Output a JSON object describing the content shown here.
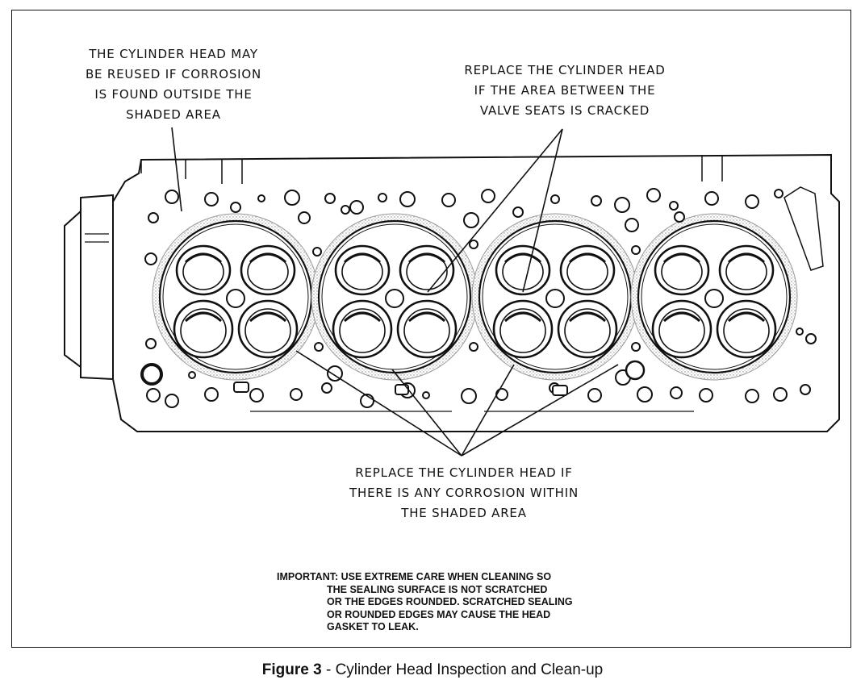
{
  "callouts": {
    "reuse_lines": [
      "THE CYLINDER HEAD MAY",
      "BE REUSED IF CORROSION",
      "IS FOUND OUTSIDE THE",
      "SHADED AREA"
    ],
    "valve_seat_lines": [
      "REPLACE THE CYLINDER HEAD",
      "IF THE AREA BETWEEN THE",
      "VALVE SEATS IS CRACKED"
    ],
    "corrosion_lines": [
      "REPLACE THE CYLINDER HEAD IF",
      "THERE IS ANY CORROSION WITHIN",
      "THE SHADED AREA"
    ]
  },
  "important_note": {
    "lines": [
      "IMPORTANT: USE EXTREME CARE WHEN CLEANING SO",
      "THE SEALING SURFACE IS NOT SCRATCHED",
      "OR THE EDGES ROUNDED. SCRATCHED SEALING",
      "OR ROUNDED EDGES MAY CAUSE THE HEAD",
      "GASKET TO LEAK."
    ]
  },
  "caption": {
    "figure_label": "Figure 3",
    "text": " - Cylinder Head Inspection and Clean-up"
  }
}
